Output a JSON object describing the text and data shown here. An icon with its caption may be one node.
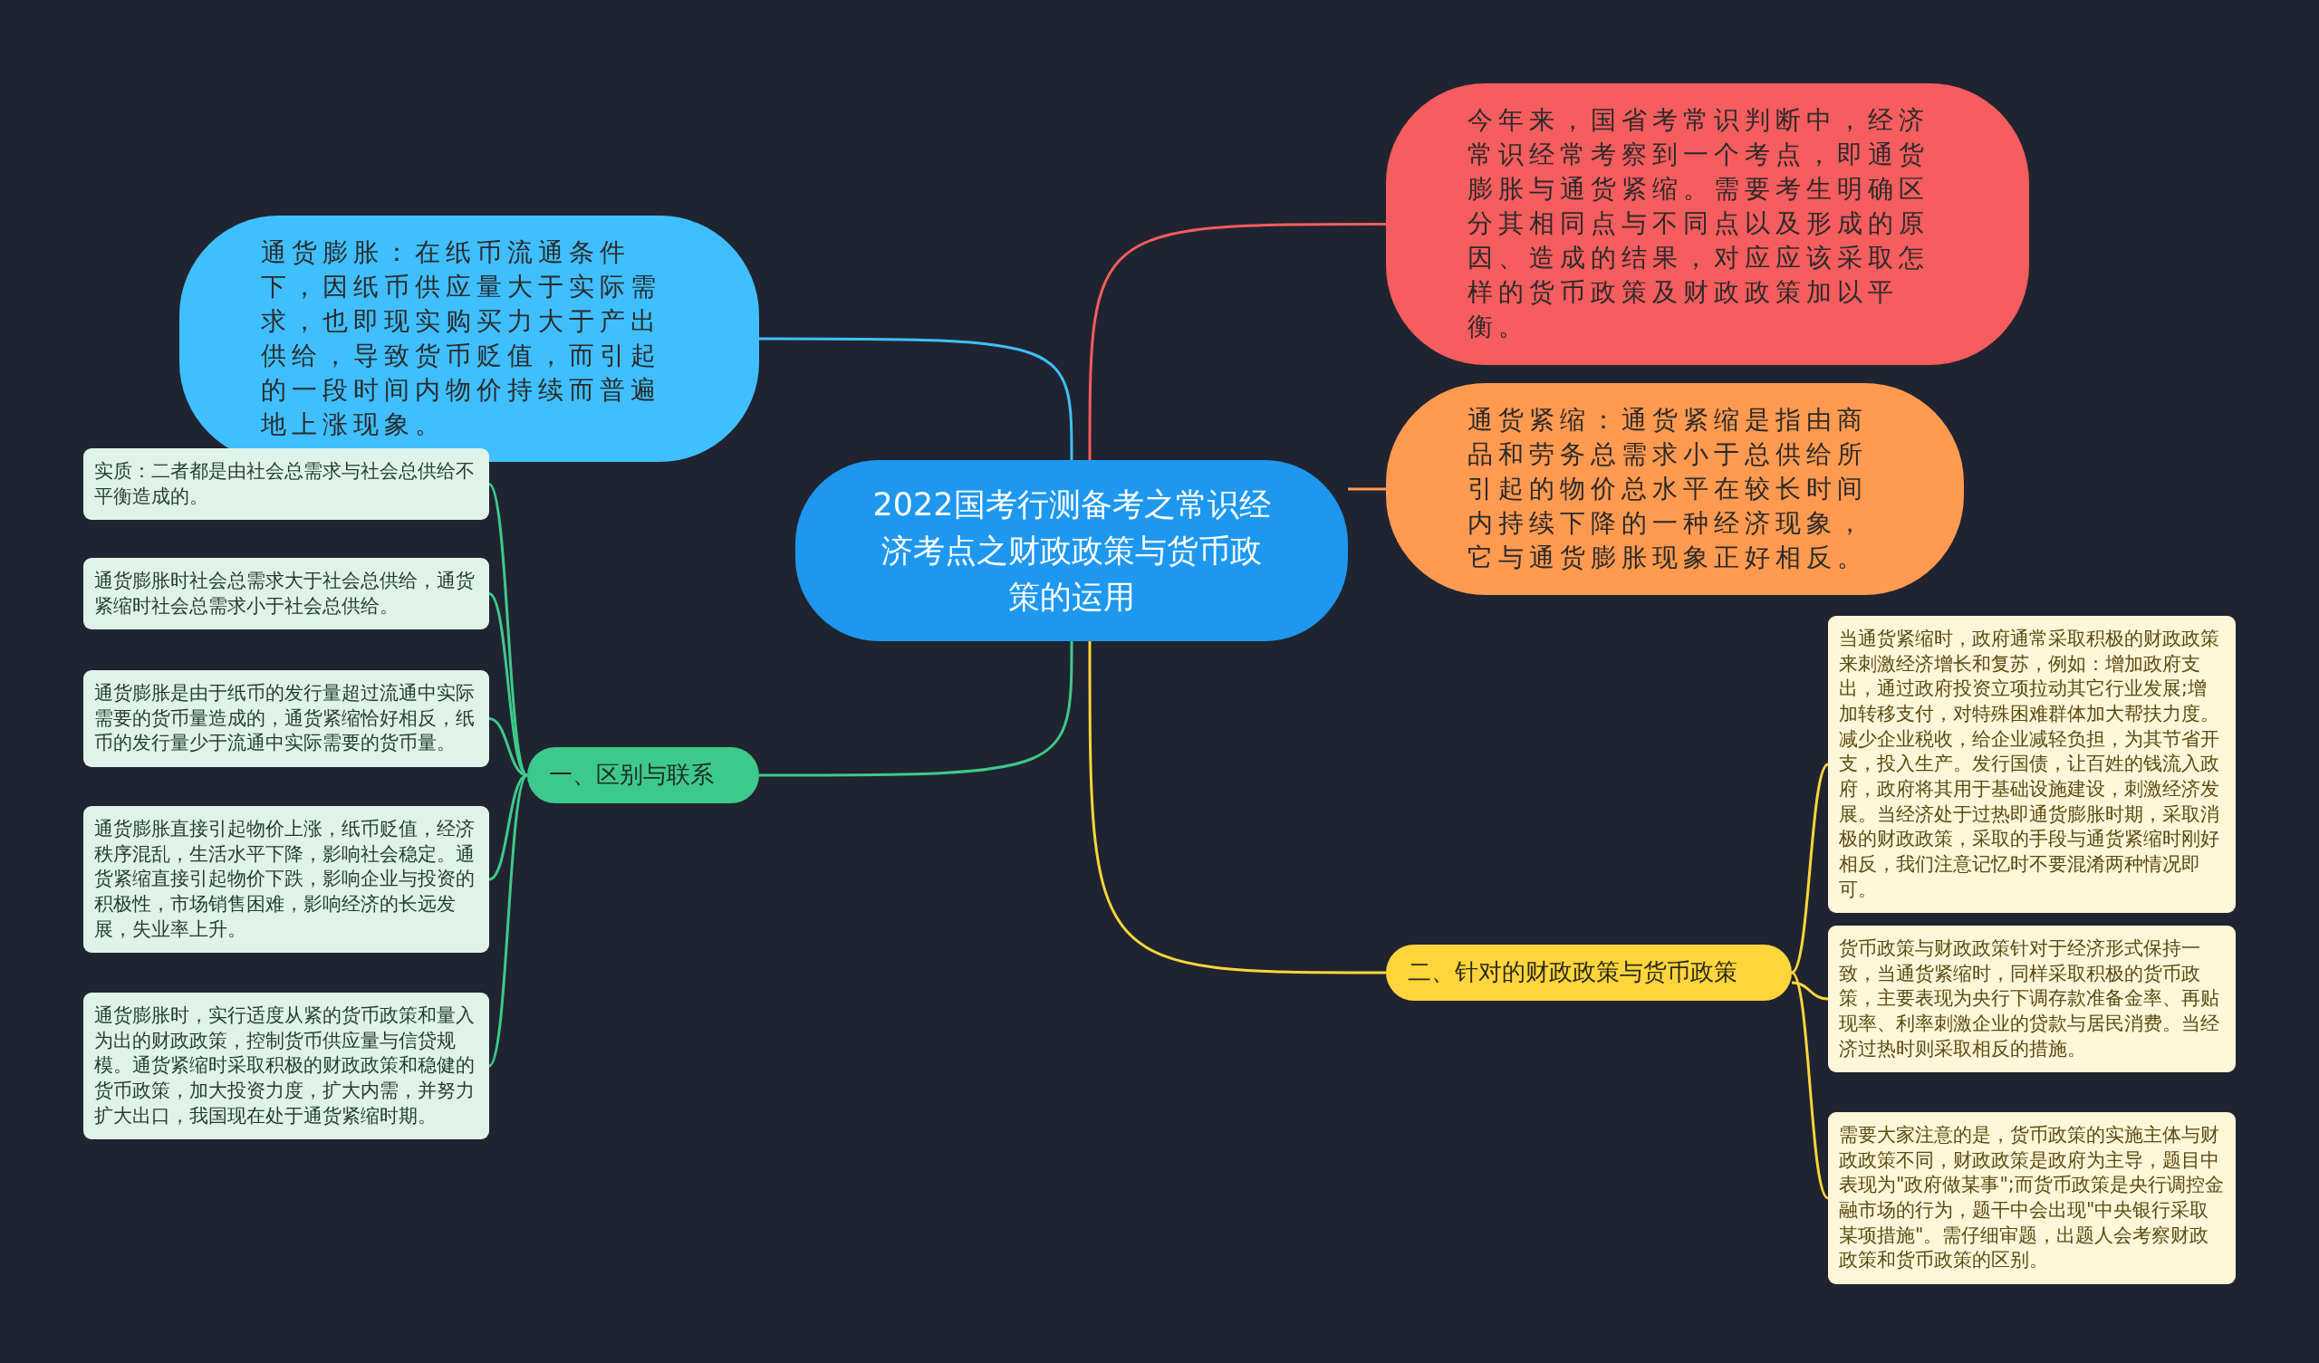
{
  "diagram": {
    "nodes": [
      {
        "text": [
          "2022国考行测备考之常识经济考点之财政政策与货币政策的运用"
        ]
      },
      {
        "text": [
          "通货膨胀：在纸币流通条件下，因纸币供应量大于实际需求，也即现实购买力大于产出供给，导致货币贬值，而引起的一段时间内物价持续而普遍地上涨现象。"
        ]
      },
      {
        "text": [
          "今年来，国省考常识判断中，经济常识经常考察到一个考点，即通货膨胀与通货紧缩。需要考生明确区分其相同点与不同点以及形成的原因、造成的结果，对应应该采取怎样的货币政策及财政政策加以平衡。"
        ]
      },
      {
        "text": [
          "通货紧缩：通货紧缩是指由商品和劳务总需求小于总供给所引起的物价总水平在较长时间内持续下降的一种经济现象，它与通货膨胀现象正好相反。"
        ]
      },
      {
        "text": [
          "一、区别与联系"
        ]
      },
      {
        "text": [
          "实质：二者都是由社会总需求与社会总供给不平衡造成的。"
        ]
      },
      {
        "text": [
          "通货膨胀时社会总需求大于社会总供给，通货紧缩时社会总需求小于社会总供给。"
        ]
      },
      {
        "text": [
          "通货膨胀是由于纸币的发行量超过流通中实际需要的货币量造成的，通货紧缩恰好相反，纸币的发行量少于流通中实际需要的货币量。"
        ]
      },
      {
        "text": [
          "通货膨胀直接引起物价上涨，纸币贬值，经济秩序混乱，生活水平下降，影响社会稳定。通货紧缩直接引起物价下跌，影响企业与投资的积极性，市场销售困难，影响经济的长远发展，失业率上升。"
        ]
      },
      {
        "text": [
          "通货膨胀时，实行适度从紧的货币政策和量入为出的财政政策，控制货币供应量与信贷规模。通货紧缩时采取积极的财政政策和稳健的货币政策，加大投资力度，扩大内需，并努力扩大出口，我国现在处于通货紧缩时期。"
        ]
      },
      {
        "text": [
          "二、针对的财政政策与货币政策"
        ]
      },
      {
        "text": [
          "当通货紧缩时，政府通常采取积极的财政政策来刺激经济增长和复苏，例如：增加政府支出，通过政府投资立项拉动其它行业发展;增加转移支付，对特殊困难群体加大帮扶力度。减少企业税收，给企业减轻负担，为其节省开支，投入生产。发行国债，让百姓的钱流入政府，政府将其用于基础设施建设，刺激经济发展。当经济处于过热即通货膨胀时期，采取消极的财政政策，采取的手段与通货紧缩时刚好相反，我们注意记忆时不要混淆两种情况即可。"
        ]
      },
      {
        "text": [
          "货币政策与财政政策针对于经济形式保持一致，当通货紧缩时，同样采取积极的货币政策，主要表现为央行下调存款准备金率、再贴现率、利率刺激企业的贷款与居民消费。当经济过热时则采取相反的措施。"
        ]
      },
      {
        "text": [
          "需要大家注意的是，货币政策的实施主体与财政政策不同，财政政策是政府为主导，题目中表现为\"政府做某事\";而货币政策是央行调控金融市场的行为，题干中会出现\"中央银行采取某项措施\"。需仔细审题，出题人会考察财政政策和货币政策的区别。"
        ]
      }
    ],
    "edges": [
      {
        "from": 0,
        "to": 1,
        "arrow": "none",
        "color": "#40bffe"
      },
      {
        "from": 0,
        "to": 2,
        "arrow": "none",
        "color": "#f65d5e"
      },
      {
        "from": 0,
        "to": 3,
        "arrow": "none",
        "color": "#ff9a50"
      },
      {
        "from": 0,
        "to": 4,
        "arrow": "none",
        "color": "#3ec98c"
      },
      {
        "from": 0,
        "to": 10,
        "arrow": "none",
        "color": "#ffd53c"
      },
      {
        "from": 4,
        "to": 5,
        "arrow": "none",
        "color": "#3ec98c"
      },
      {
        "from": 4,
        "to": 6,
        "arrow": "none",
        "color": "#3ec98c"
      },
      {
        "from": 4,
        "to": 7,
        "arrow": "none",
        "color": "#3ec98c"
      },
      {
        "from": 4,
        "to": 8,
        "arrow": "none",
        "color": "#3ec98c"
      },
      {
        "from": 4,
        "to": 9,
        "arrow": "none",
        "color": "#3ec98c"
      },
      {
        "from": 10,
        "to": 11,
        "arrow": "none",
        "color": "#ffd53c"
      },
      {
        "from": 10,
        "to": 12,
        "arrow": "none",
        "color": "#ffd53c"
      },
      {
        "from": 10,
        "to": 13,
        "arrow": "none",
        "color": "#ffd53c"
      }
    ]
  }
}
